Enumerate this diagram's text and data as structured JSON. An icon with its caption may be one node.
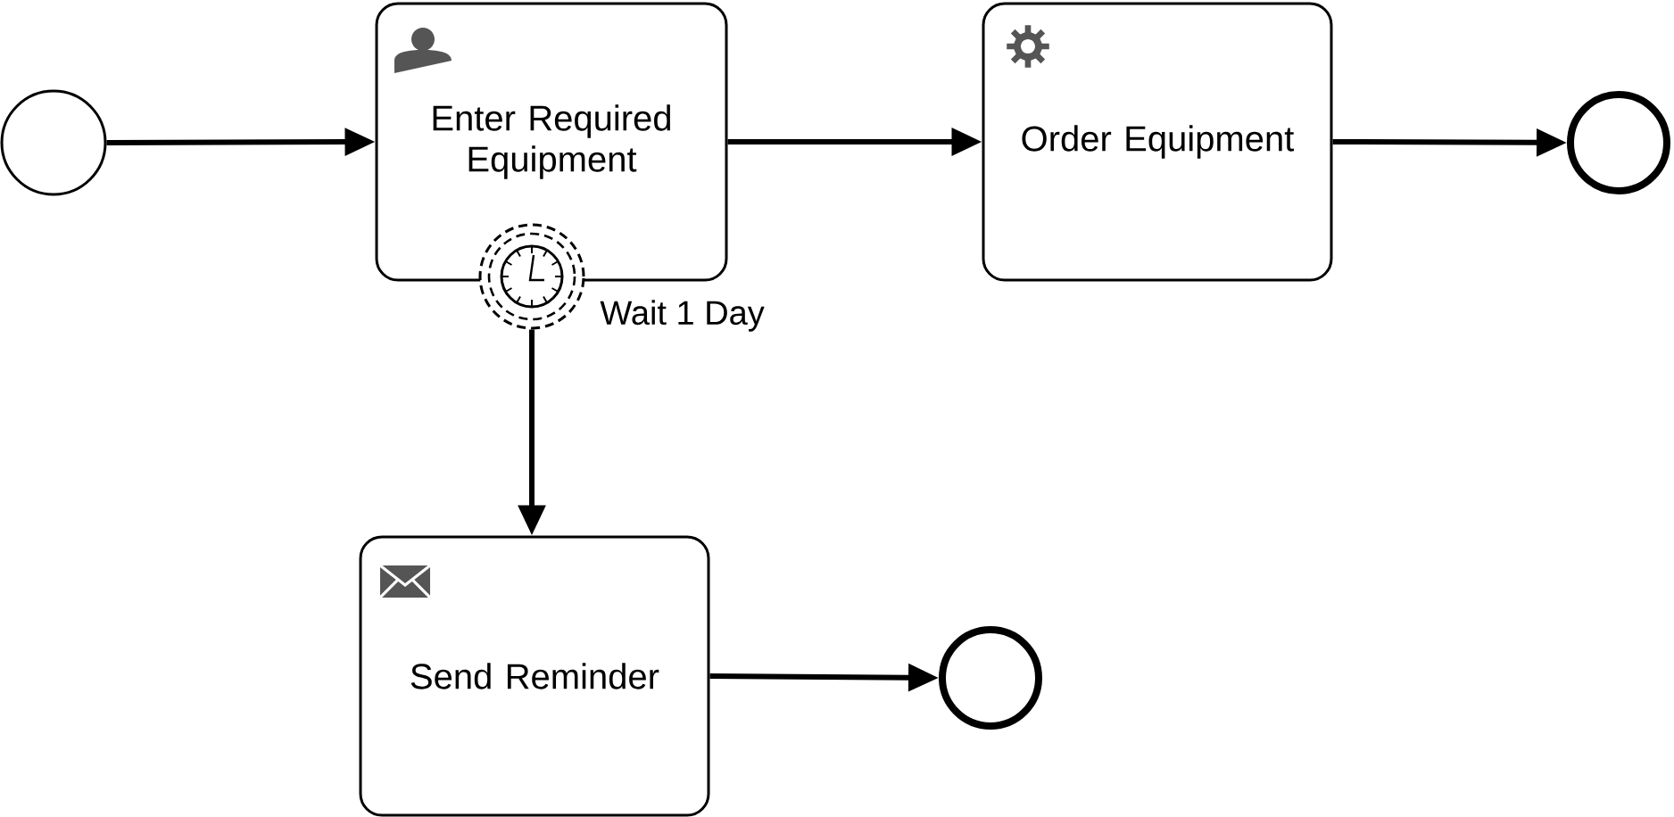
{
  "diagram": {
    "nodes": [
      {
        "text": [],
        "shape": "circle"
      },
      {
        "text": [
          "Enter Required Equipment"
        ]
      },
      {
        "text": [
          "Order Equipment"
        ]
      },
      {
        "text": [],
        "shape": "circle"
      },
      {
        "text": [],
        "shape": "circle",
        "beside": [
          "Wait 1 Day"
        ]
      },
      {
        "text": [
          "Send Reminder"
        ]
      },
      {
        "text": [],
        "shape": "circle"
      }
    ],
    "edges": [
      {
        "from": 0,
        "to": 1,
        "arrow": "to"
      },
      {
        "from": 1,
        "to": 2,
        "arrow": "to"
      },
      {
        "from": 2,
        "to": 3,
        "arrow": "to"
      },
      {
        "from": 4,
        "to": 5,
        "arrow": "to"
      },
      {
        "from": 5,
        "to": 6,
        "arrow": "to"
      }
    ]
  }
}
